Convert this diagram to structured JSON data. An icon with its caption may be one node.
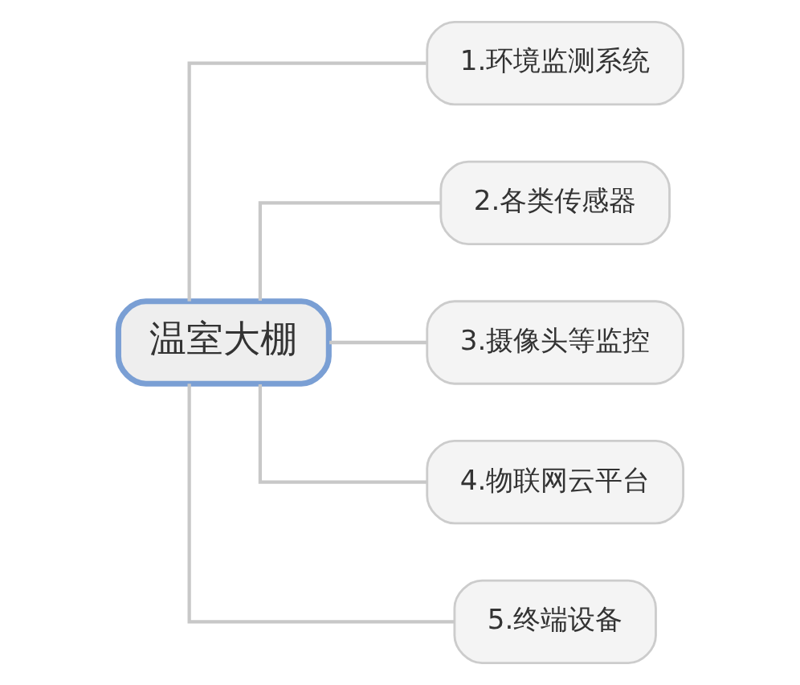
{
  "diagram": {
    "nodes": [
      {
        "text": [
          "温室大棚"
        ]
      },
      {
        "text": [
          "1.环境监测系统"
        ]
      },
      {
        "text": [
          "2.各类传感器"
        ]
      },
      {
        "text": [
          "3.摄像头等监控"
        ]
      },
      {
        "text": [
          "4.物联网云平台"
        ]
      },
      {
        "text": [
          "5.终端设备"
        ]
      }
    ],
    "edges": [
      {
        "from": 0,
        "to": 1,
        "arrow": "none"
      },
      {
        "from": 0,
        "to": 2,
        "arrow": "none"
      },
      {
        "from": 0,
        "to": 3,
        "arrow": "none"
      },
      {
        "from": 0,
        "to": 4,
        "arrow": "none"
      },
      {
        "from": 0,
        "to": 5,
        "arrow": "none"
      }
    ]
  }
}
